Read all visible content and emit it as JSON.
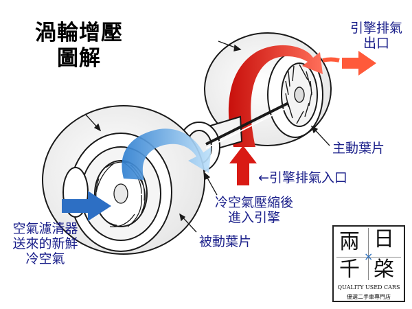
{
  "title": {
    "line1": "渦輪增壓",
    "line2": "圖解"
  },
  "labels": {
    "exhaust_out": {
      "line1": "引擎排氣",
      "line2": "出口"
    },
    "main_blade": "主動葉片",
    "exhaust_in": "←引擎排氣入口",
    "compressed": {
      "line1": "冷空氣壓縮後",
      "line2": "進入引擎"
    },
    "air_in": {
      "line1": "空氣濾清器",
      "line2": "送來的新鮮",
      "line3": "冷空氣"
    },
    "driven_blade": "被動葉片"
  },
  "logo": {
    "char_tl": "兩",
    "char_tr": "日",
    "char_bl": "千",
    "char_br": "棨",
    "mark": "×",
    "tagline": "QUALITY USED CARS",
    "subline": "優選二手車專門店"
  },
  "colors": {
    "label_text": "#1a1f8a",
    "hot_flow": "#e0201a",
    "cold_flow": "#3a9be0",
    "outline": "#1a1a1a"
  }
}
